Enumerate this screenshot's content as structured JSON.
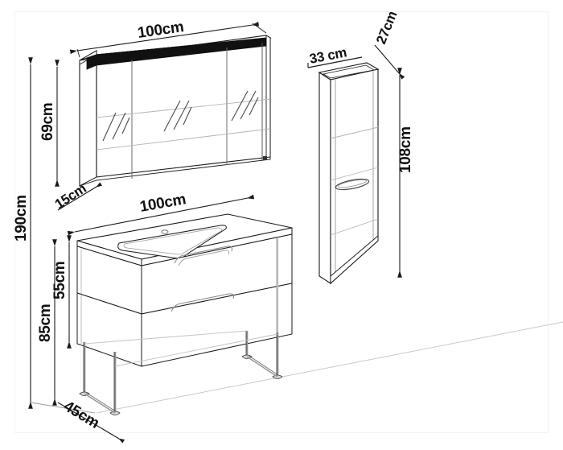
{
  "drawing": {
    "title": "Bathroom furniture set technical dimension drawing",
    "background_color": "#ffffff",
    "line_color": "#1a1a1a",
    "faint_line_color": "#b8b8b8",
    "frame_color": "#f2f2f8",
    "accent_color": "#000000"
  },
  "dimensions": {
    "mirror_cabinet_width": "100cm",
    "mirror_cabinet_height": "69cm",
    "mirror_cabinet_depth": "15cm",
    "tall_cabinet_width": "33 cm",
    "tall_cabinet_depth": "27cm",
    "tall_cabinet_height": "108cm",
    "vanity_width": "100cm",
    "vanity_total_height": "190cm",
    "vanity_top_height": "85cm",
    "vanity_body_height": "55cm",
    "vanity_depth": "45cm"
  },
  "items": [
    {
      "name": "mirror-cabinet",
      "label": "LED mirror cabinet",
      "doors": 3,
      "has_led_strip": true,
      "width": "100cm",
      "height": "69cm",
      "depth": "15cm"
    },
    {
      "name": "tall-cabinet",
      "label": "Tall wall cabinet",
      "doors": 1,
      "handle": "oval-handle",
      "width": "33 cm",
      "height": "108cm",
      "depth": "27cm"
    },
    {
      "name": "vanity-unit",
      "label": "Washbasin vanity unit with drawers",
      "drawers": 2,
      "basin": "integrated-ceramic-basin",
      "legs": "metal-frame-legs",
      "width": "100cm",
      "height": "85cm",
      "depth": "45cm"
    }
  ]
}
